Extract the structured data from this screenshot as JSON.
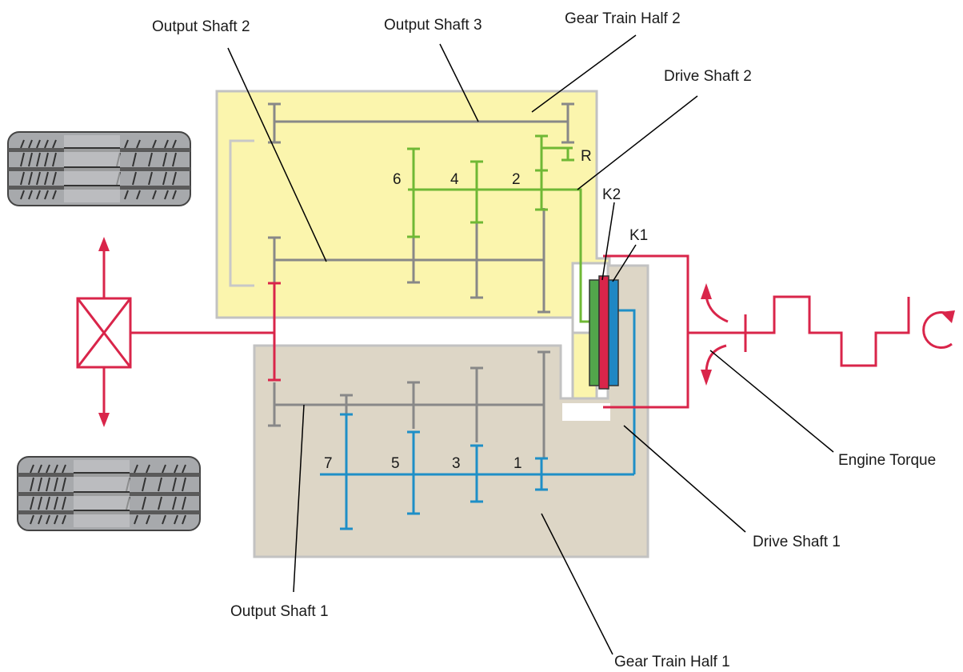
{
  "labels": {
    "output_shaft_2": "Output Shaft 2",
    "output_shaft_3": "Output Shaft 3",
    "gear_train_half_2": "Gear Train Half 2",
    "drive_shaft_2": "Drive Shaft 2",
    "k2": "K2",
    "k1": "K1",
    "engine_torque": "Engine Torque",
    "drive_shaft_1": "Drive Shaft 1",
    "output_shaft_1": "Output Shaft 1",
    "gear_train_half_1": "Gear Train Half 1"
  },
  "gears": {
    "even": [
      "6",
      "4",
      "2",
      "R"
    ],
    "odd": [
      "7",
      "5",
      "3",
      "1"
    ]
  },
  "colors": {
    "half2_fill": "#fbf5ad",
    "half1_fill": "#ddd6c6",
    "housing_border": "#c2c2c2",
    "shaft_gray": "#888888",
    "even_gear_green": "#6fb835",
    "odd_gear_blue": "#1e8fc7",
    "drive_red": "#d9254a",
    "clutch_k2_green": "#52a64b",
    "clutch_k1_blue": "#1f87c4",
    "tire_gray": "#a7a9ac"
  },
  "icons": [
    "tire-icon",
    "differential-icon",
    "crankshaft-icon",
    "rotation-arrow-icon"
  ]
}
